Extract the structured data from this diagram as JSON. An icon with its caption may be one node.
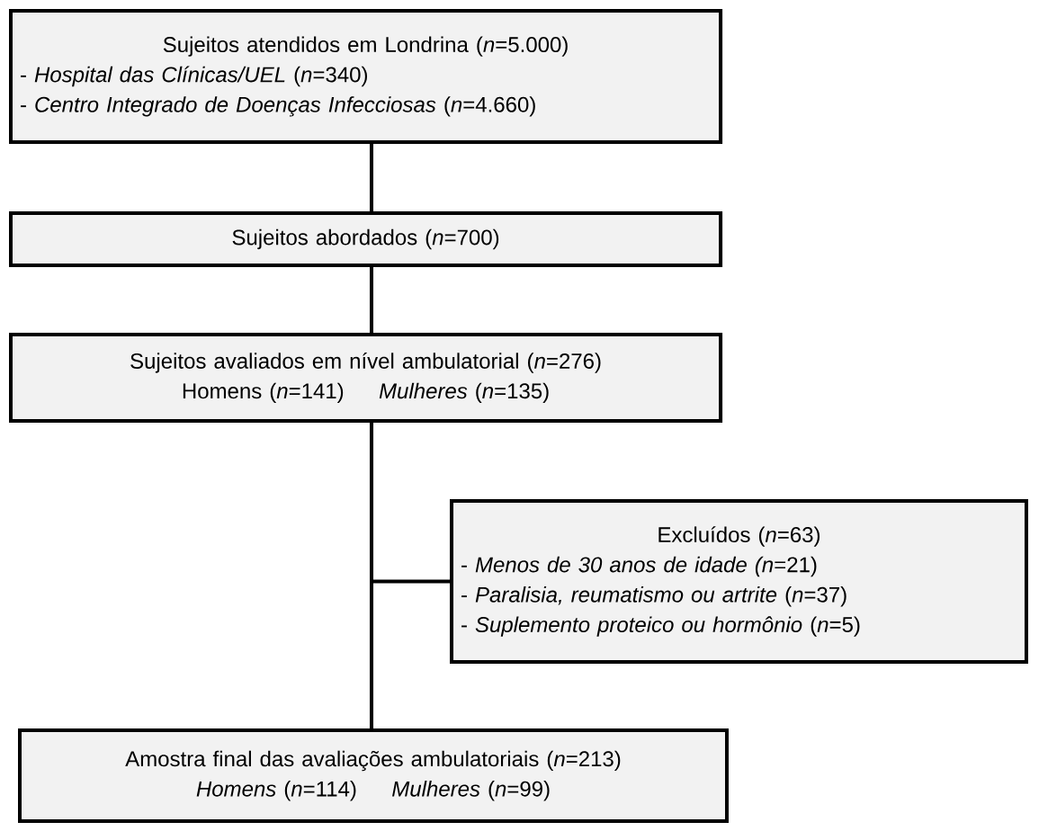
{
  "diagram": {
    "nodes": [
      {
        "text": [
          "Sujeitos atendidos em Londrina (*n*=5.000)",
          "- *Hospital das Clínicas/UEL* (*n*=340)",
          "- *Centro Integrado de Doenças Infecciosas* (*n*=4.660)"
        ]
      },
      {
        "text": [
          "Sujeitos abordados (*n*=700)"
        ]
      },
      {
        "text": [
          "Sujeitos avaliados em nível ambulatorial (*n*=276)",
          "Homens (*n*=141)",
          "*Mulheres* (*n*=135)"
        ]
      },
      {
        "text": [
          "Excluídos (*n*=63)",
          "- *Menos de 30 anos de idade (n*=21)",
          "- *Paralisia, reumatismo ou artrite* (*n*=37)",
          "- *Suplemento proteico ou hormônio* (*n*=5)"
        ]
      },
      {
        "text": [
          "Amostra final das avaliações ambulatoriais (*n*=213)",
          "*Homens* (*n*=114)",
          "*Mulheres* (*n*=99)"
        ]
      }
    ],
    "edges": [
      {
        "from": 0,
        "to": 1,
        "arrow": "none"
      },
      {
        "from": 1,
        "to": 2,
        "arrow": "none"
      },
      {
        "from": 2,
        "to": 3,
        "arrow": "none"
      },
      {
        "from": 2,
        "to": 4,
        "arrow": "none"
      }
    ]
  }
}
